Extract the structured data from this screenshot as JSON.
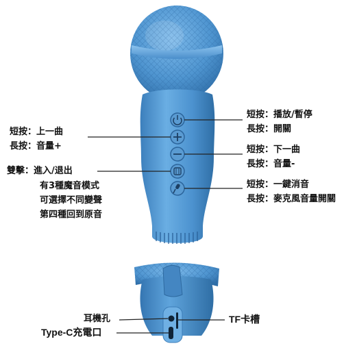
{
  "colors": {
    "body": "#4f95cf",
    "body_dark": "#2f6ea5",
    "body_light": "#7fb6e3",
    "mesh": "#5da2db",
    "mesh_dark": "#3a7fbb",
    "ring": "#6aaee3",
    "button_face": "#5a9bd2",
    "leader_line": "#222222",
    "text": "#111111"
  },
  "controls": {
    "power": {
      "icon": "power-icon",
      "short_press": "短按：播放/暫停",
      "long_press": "長按：開關"
    },
    "plus": {
      "icon": "plus-icon",
      "short_press": "短按：上一曲",
      "long_press": "長按：音量+"
    },
    "minus": {
      "icon": "minus-icon",
      "short_press": "短按：下一曲",
      "long_press": "長按：音量-"
    },
    "mode": {
      "icon": "mode-icon",
      "double_press": "雙擊：進入/退出",
      "desc_lines": [
        "有3種魔音模式",
        "可選擇不同變聲",
        "第四種回到原音"
      ]
    },
    "mic": {
      "icon": "mic-icon",
      "short_press": "短按：一鍵消音",
      "long_press": "長按：麥克風音量開關"
    }
  },
  "ports": {
    "earphone": "耳機孔",
    "typec": "Type-C充電口",
    "tf": "TF卡槽"
  }
}
